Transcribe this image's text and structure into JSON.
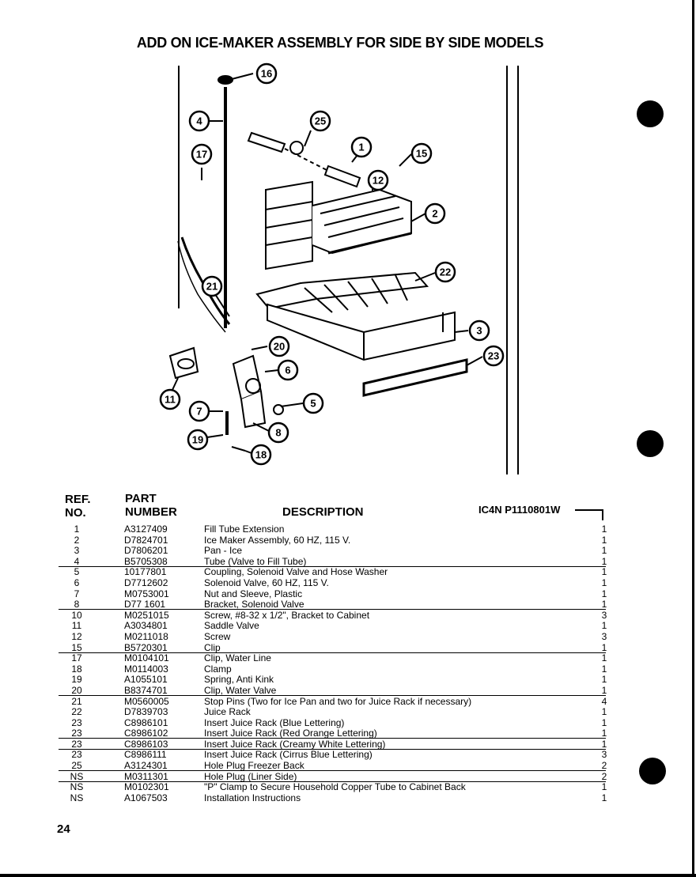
{
  "title": "ADD ON ICE-MAKER ASSEMBLY FOR SIDE BY SIDE MODELS",
  "callouts": [
    "16",
    "4",
    "25",
    "1",
    "15",
    "17",
    "12",
    "2",
    "22",
    "21",
    "3",
    "20",
    "23",
    "6",
    "11",
    "5",
    "7",
    "8",
    "19",
    "18"
  ],
  "table_headers": {
    "ref_line1": "REF.",
    "ref_line2": "NO.",
    "part_line1": "PART",
    "part_line2": "NUMBER",
    "description": "DESCRIPTION"
  },
  "catalog_code": "IC4N P1110801W",
  "parts": [
    {
      "ref": "1",
      "part": "A3127409",
      "desc": "Fill Tube Extension",
      "qty": "1"
    },
    {
      "ref": "2",
      "part": "D7824701",
      "desc": "Ice Maker Assembly, 60 HZ, 115 V.",
      "qty": "1"
    },
    {
      "ref": "3",
      "part": "D7806201",
      "desc": "Pan - Ice",
      "qty": "1"
    },
    {
      "ref": "4",
      "part": "B5705308",
      "desc": "Tube (Valve to Fill Tube)",
      "qty": "1"
    },
    {
      "ref": "5",
      "part": "10177801",
      "desc": "Coupling, Solenoid Valve and Hose Washer",
      "qty": "1"
    },
    {
      "ref": "6",
      "part": "D7712602",
      "desc": "Solenoid Valve, 60 HZ, 115 V.",
      "qty": "1"
    },
    {
      "ref": "7",
      "part": "M0753001",
      "desc": "Nut and Sleeve, Plastic",
      "qty": "1"
    },
    {
      "ref": "8",
      "part": "D77 1601",
      "desc": "Bracket, Solenoid Valve",
      "qty": "1"
    },
    {
      "ref": "10",
      "part": "M0251015",
      "desc": "Screw, #8-32 x 1/2\", Bracket to Cabinet",
      "qty": "3"
    },
    {
      "ref": "11",
      "part": "A3034801",
      "desc": "Saddle Valve",
      "qty": "1"
    },
    {
      "ref": "12",
      "part": "M0211018",
      "desc": "Screw",
      "qty": "3"
    },
    {
      "ref": "15",
      "part": "B5720301",
      "desc": "Clip",
      "qty": "1"
    },
    {
      "ref": "17",
      "part": "M0104101",
      "desc": "Clip, Water Line",
      "qty": "1"
    },
    {
      "ref": "18",
      "part": "M0114003",
      "desc": "Clamp",
      "qty": "1"
    },
    {
      "ref": "19",
      "part": "A1055101",
      "desc": "Spring, Anti Kink",
      "qty": "1"
    },
    {
      "ref": "20",
      "part": "B8374701",
      "desc": "Clip, Water Valve",
      "qty": "1"
    },
    {
      "ref": "21",
      "part": "M0560005",
      "desc": "Stop Pins (Two for Ice Pan and two for Juice Rack if necessary)",
      "qty": "4"
    },
    {
      "ref": "22",
      "part": "D7839703",
      "desc": "Juice Rack",
      "qty": "1"
    },
    {
      "ref": "23",
      "part": "C8986101",
      "desc": "Insert Juice Rack (Blue Lettering)",
      "qty": "1"
    },
    {
      "ref": "23",
      "part": "C8986102",
      "desc": "Insert Juice Rack (Red Orange Lettering)",
      "qty": "1"
    },
    {
      "ref": "23",
      "part": "C8986103",
      "desc": "Insert Juice Rack (Creamy White Lettering)",
      "qty": "1"
    },
    {
      "ref": "23",
      "part": "C8986111",
      "desc": "Insert Juice Rack (Cirrus Blue Lettering)",
      "qty": "3"
    },
    {
      "ref": "25",
      "part": "A3124301",
      "desc": "Hole Plug Freezer Back",
      "qty": "2"
    },
    {
      "ref": "NS",
      "part": "M0311301",
      "desc": "Hole Plug (Liner Side)",
      "qty": "2"
    },
    {
      "ref": "NS",
      "part": "M0102301",
      "desc": "\"P\" Clamp to Secure Household Copper Tube to Cabinet Back",
      "qty": "1"
    },
    {
      "ref": "NS",
      "part": "A1067503",
      "desc": "Installation Instructions",
      "qty": "1"
    }
  ],
  "page_number": "24"
}
